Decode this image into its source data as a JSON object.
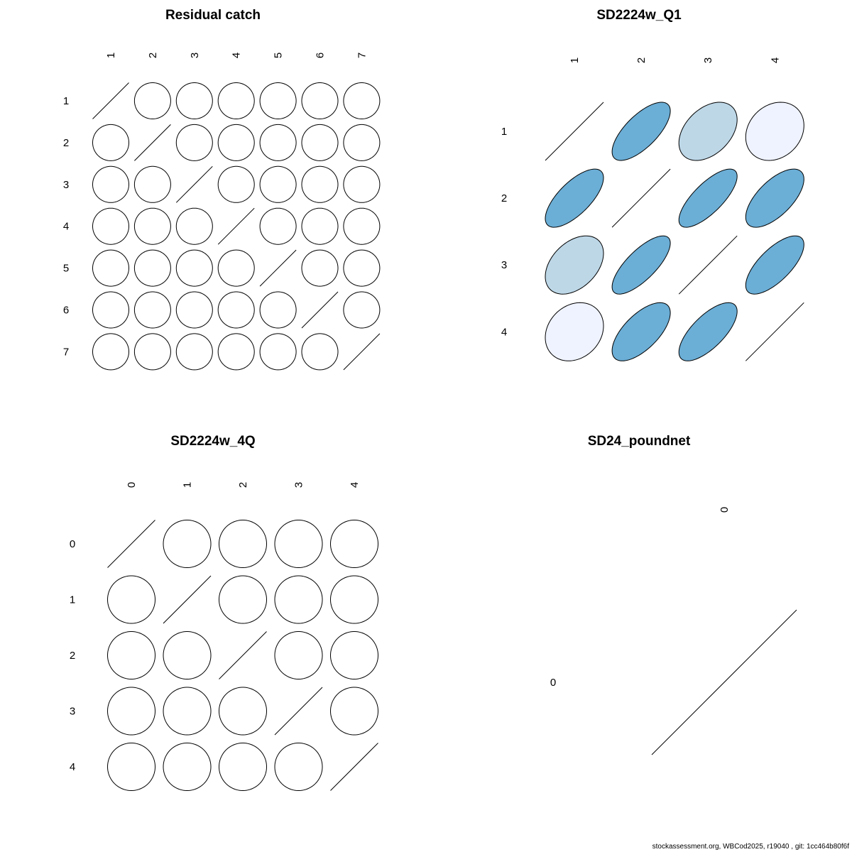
{
  "footer": "stockassessment.org, WBCod2025, r19040 , git: 1cc464b80f6f",
  "chart_data": [
    {
      "type": "correlation-ellipse",
      "title": "Residual catch",
      "labels": [
        "1",
        "2",
        "3",
        "4",
        "5",
        "6",
        "7"
      ],
      "matrix": [
        [
          1,
          0,
          0,
          0,
          0,
          0,
          0
        ],
        [
          0,
          1,
          0,
          0,
          0,
          0,
          0
        ],
        [
          0,
          0,
          1,
          0,
          0,
          0,
          0
        ],
        [
          0,
          0,
          0,
          1,
          0,
          0,
          0
        ],
        [
          0,
          0,
          0,
          0,
          1,
          0,
          0
        ],
        [
          0,
          0,
          0,
          0,
          0,
          1,
          0
        ],
        [
          0,
          0,
          0,
          0,
          0,
          0,
          1
        ]
      ],
      "colors": null
    },
    {
      "type": "correlation-ellipse",
      "title": "SD2224w_Q1",
      "labels": [
        "1",
        "2",
        "3",
        "4"
      ],
      "matrix": [
        [
          1,
          0.7,
          0.4,
          0.2
        ],
        [
          0.7,
          1,
          0.75,
          0.65
        ],
        [
          0.4,
          0.75,
          1,
          0.7
        ],
        [
          0.2,
          0.65,
          0.7,
          1
        ]
      ],
      "colors": [
        [
          null,
          "#6baed6",
          "#bdd7e7",
          "#eff3ff"
        ],
        [
          "#6baed6",
          null,
          "#6baed6",
          "#6baed6"
        ],
        [
          "#bdd7e7",
          "#6baed6",
          null,
          "#6baed6"
        ],
        [
          "#eff3ff",
          "#6baed6",
          "#6baed6",
          null
        ]
      ]
    },
    {
      "type": "correlation-ellipse",
      "title": "SD2224w_4Q",
      "labels": [
        "0",
        "1",
        "2",
        "3",
        "4"
      ],
      "matrix": [
        [
          1,
          0,
          0,
          0,
          0
        ],
        [
          0,
          1,
          0,
          0,
          0
        ],
        [
          0,
          0,
          1,
          0,
          0
        ],
        [
          0,
          0,
          0,
          1,
          0
        ],
        [
          0,
          0,
          0,
          0,
          1
        ]
      ],
      "colors": null
    },
    {
      "type": "correlation-ellipse",
      "title": "SD24_poundnet",
      "labels": [
        "0"
      ],
      "matrix": [
        [
          1
        ]
      ],
      "colors": null
    }
  ]
}
